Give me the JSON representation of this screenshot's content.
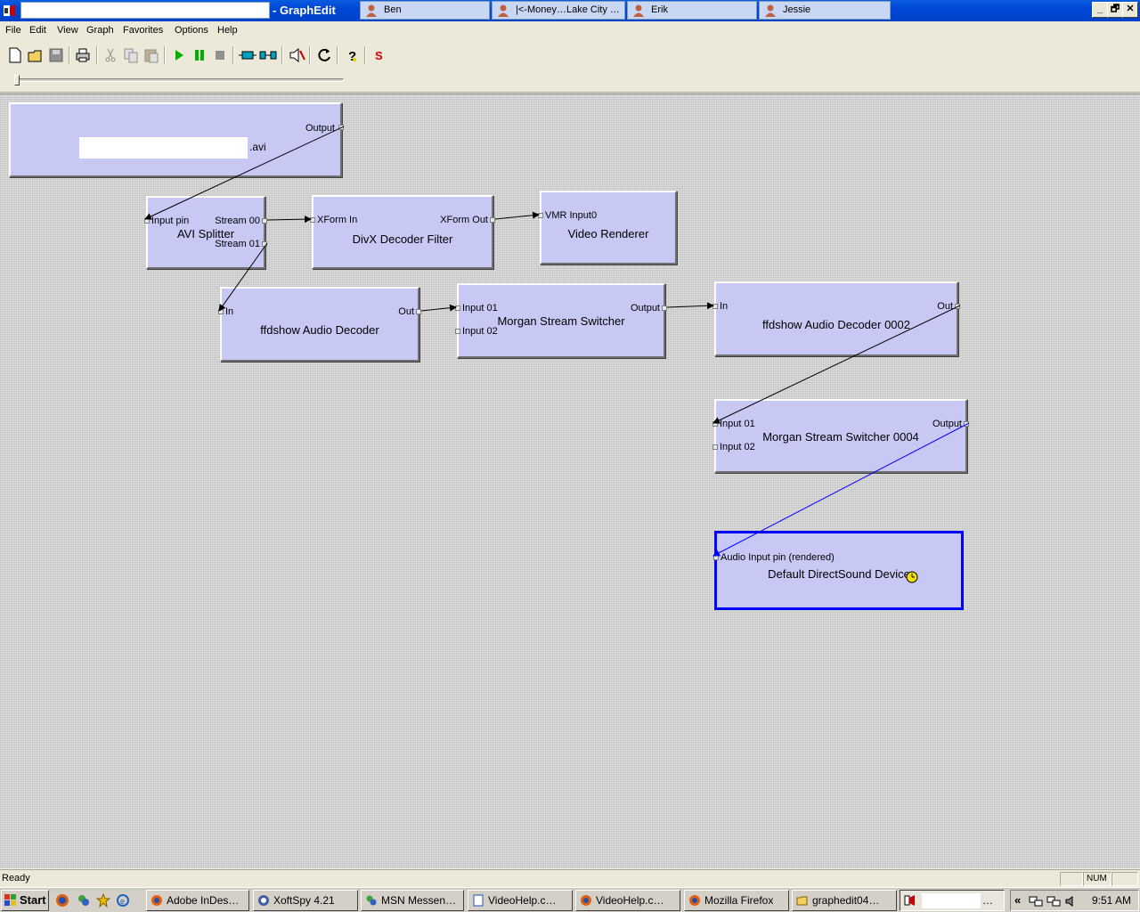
{
  "window": {
    "title": "- GraphEdit",
    "im_tabs": [
      {
        "label": "Ben"
      },
      {
        "label": "|<-Money…Lake City …"
      },
      {
        "label": "Erik"
      },
      {
        "label": "Jessie"
      }
    ],
    "buttons": {
      "minimize": "_",
      "restore": "🗗",
      "close": "✕"
    }
  },
  "menu": [
    "File",
    "Edit",
    "View",
    "Graph",
    "Favorites",
    "Options",
    "Help"
  ],
  "toolbar": {
    "buttons": [
      "new-icon",
      "open-icon",
      "save-icon",
      "print-icon",
      "cut-icon",
      "copy-icon",
      "paste-icon",
      "play-icon",
      "pause-icon",
      "stop-icon",
      "insert-filter-icon",
      "connect-icon",
      "speaker-icon",
      "refresh-icon",
      "help-icon",
      "s-icon"
    ]
  },
  "graph": {
    "source": {
      "suffix": ".avi",
      "pin_out": "Output"
    },
    "avi_splitter": {
      "name": "AVI Splitter",
      "pin_in": "Input pin",
      "pin_out1": "Stream 00",
      "pin_out2": "Stream 01"
    },
    "divx": {
      "name": "DivX Decoder Filter",
      "pin_in": "XForm In",
      "pin_out": "XForm Out"
    },
    "video_renderer": {
      "name": "Video Renderer",
      "pin_in": "VMR Input0"
    },
    "ffdshow1": {
      "name": "ffdshow Audio Decoder",
      "pin_in": "In",
      "pin_out": "Out"
    },
    "morgan1": {
      "name": "Morgan Stream Switcher",
      "pin_in1": "Input 01",
      "pin_in2": "Input 02",
      "pin_out": "Output"
    },
    "ffdshow2": {
      "name": "ffdshow Audio Decoder 0002",
      "pin_in": "In",
      "pin_out": "Out"
    },
    "morgan2": {
      "name": "Morgan Stream Switcher 0004",
      "pin_in1": "Input 01",
      "pin_in2": "Input 02",
      "pin_out": "Output"
    },
    "dsound": {
      "name": "Default DirectSound Device",
      "pin_in": "Audio Input pin (rendered)"
    }
  },
  "status": {
    "text": "Ready",
    "num": "NUM"
  },
  "taskbar": {
    "start": "Start",
    "tasks": [
      {
        "label": "Adobe InDes…"
      },
      {
        "label": "XoftSpy 4.21"
      },
      {
        "label": "MSN Messen…"
      },
      {
        "label": "VideoHelp.c…"
      },
      {
        "label": "VideoHelp.c…"
      },
      {
        "label": "Mozilla Firefox"
      },
      {
        "label": "graphedit04…"
      },
      {
        "label": "…"
      }
    ],
    "tray_arrow": "«",
    "clock": "9:51 AM"
  },
  "colors": {
    "filter_bg": "#c8c8f4",
    "selected_border": "#0000ff",
    "rendered_connection": "#0000ff"
  }
}
